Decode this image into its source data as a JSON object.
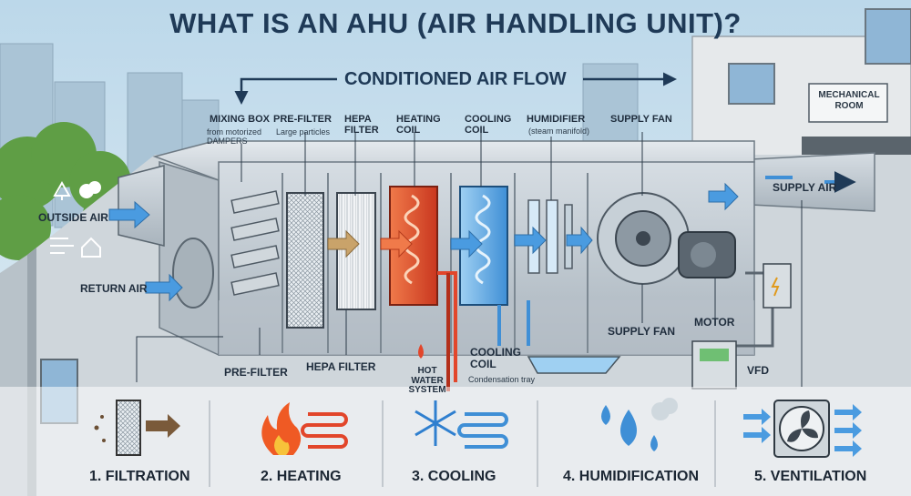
{
  "title": "WHAT IS AN AHU (AIR HANDLING UNIT)?",
  "flow_label": "CONDITIONED AIR FLOW",
  "room_sign": "MECHANICAL ROOM",
  "components": {
    "mixing_box": {
      "label": "MIXING BOX",
      "sub": "from motorized DAMPERS"
    },
    "pre_filter_top": {
      "label": "PRE-FILTER",
      "sub": "Large particles"
    },
    "hepa_top": {
      "label": "HEPA FILTER"
    },
    "heating_coil_top": {
      "label": "HEATING COIL"
    },
    "cooling_coil_top": {
      "label": "COOLING COIL"
    },
    "humidifier": {
      "label": "HUMIDIFIER",
      "sub": "(steam manifold)"
    },
    "supply_fan_top": {
      "label": "SUPPLY FAN"
    },
    "outside_air": {
      "label": "OUTSIDE AIR"
    },
    "return_air": {
      "label": "RETURN AIR"
    },
    "supply_air": {
      "label": "SUPPLY AIR"
    },
    "pre_filter_bottom": {
      "label": "PRE-FILTER"
    },
    "hepa_bottom": {
      "label": "HEPA FILTER"
    },
    "hot_water": {
      "label": "HOT WATER SYSTEM"
    },
    "cooling_coil_bottom": {
      "label": "COOLING COIL",
      "sub": "Condensation tray"
    },
    "supply_fan_bottom": {
      "label": "SUPPLY FAN"
    },
    "motor": {
      "label": "MOTOR"
    },
    "vfd": {
      "label": "VFD"
    }
  },
  "stages": [
    {
      "label": "1. FILTRATION",
      "icon": "filter-icon"
    },
    {
      "label": "2. HEATING",
      "icon": "flame-icon"
    },
    {
      "label": "3. COOLING",
      "icon": "snowflake-icon"
    },
    {
      "label": "4. HUMIDIFICATION",
      "icon": "droplets-icon"
    },
    {
      "label": "5. VENTILATION",
      "icon": "fan-icon"
    }
  ],
  "colors": {
    "title": "#1f3a57",
    "heating": "#e2462b",
    "cooling": "#3f8fd6",
    "unit_body": "#c4ccd3",
    "sky": "#cfe3f0"
  }
}
